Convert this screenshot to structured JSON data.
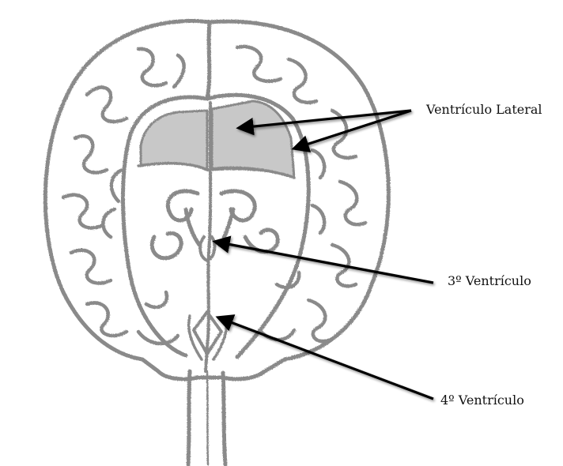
{
  "labels": {
    "lateral_ventricle": "Ventrículo Lateral",
    "third_ventricle": "3º Ventrículo",
    "fourth_ventricle": "4º Ventrículo"
  },
  "colors": {
    "pencil": "#8a8a8a",
    "pencil_dark": "#6f6f6f",
    "fill_shade": "#9a9a9a",
    "arrow": "#000000"
  }
}
